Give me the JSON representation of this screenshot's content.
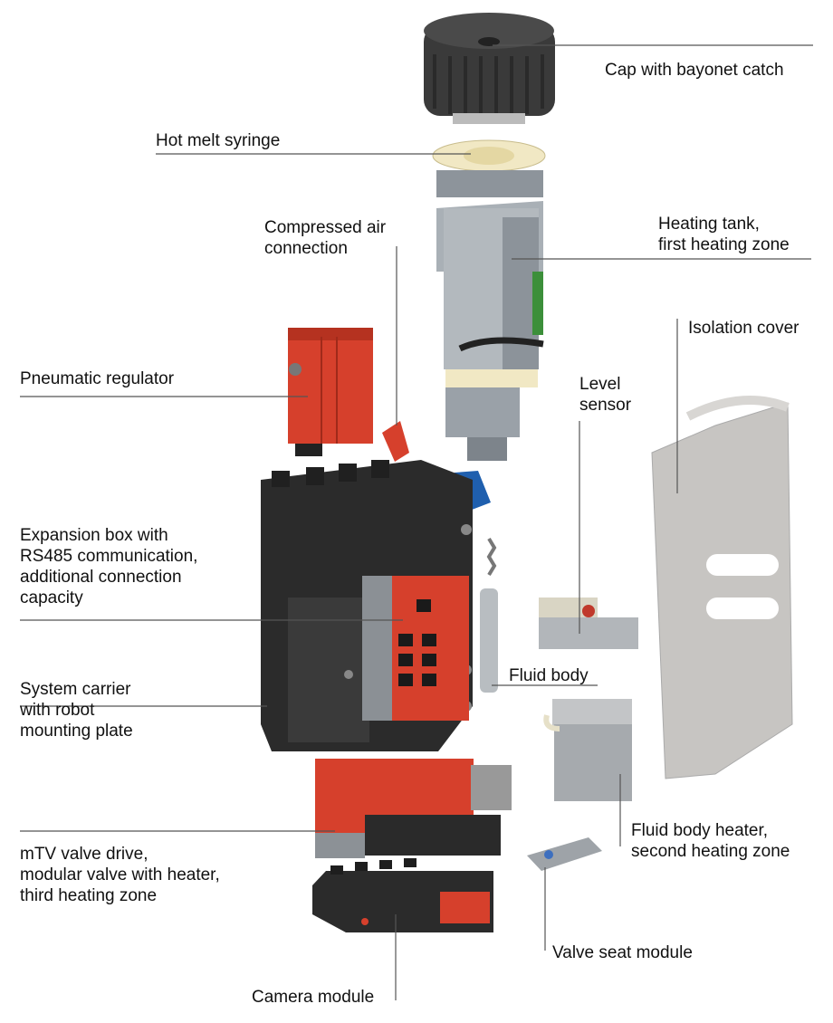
{
  "colors": {
    "background": "#ffffff",
    "leader_line": "#555555",
    "red_parts": "#d6402c",
    "dark_parts": "#2a2a2a",
    "metal_parts": "#9aa1a8",
    "cover_parts": "#c7c5c2",
    "connector_blue": "#1f5fae"
  },
  "labels": {
    "cap": [
      "Cap with bayonet catch"
    ],
    "syringe": [
      "Hot melt syringe"
    ],
    "air": [
      "Compressed air",
      "connection"
    ],
    "heating_tank": [
      "Heating tank,",
      "first heating zone"
    ],
    "isolation": [
      "Isolation cover"
    ],
    "pneumatic": [
      "Pneumatic regulator"
    ],
    "level": [
      "Level",
      "sensor"
    ],
    "expansion": [
      "Expansion box with",
      "RS485 communication,",
      "additional connection",
      "capacity"
    ],
    "fluid_body": [
      "Fluid body"
    ],
    "system_carrier": [
      "System carrier",
      "with robot",
      "mounting plate"
    ],
    "fluid_heater": [
      "Fluid body heater,",
      "second heating zone"
    ],
    "mtv": [
      "mTV valve drive,",
      "modular valve with heater,",
      "third heating zone"
    ],
    "valve_seat": [
      "Valve seat module"
    ],
    "camera": [
      "Camera module"
    ]
  }
}
